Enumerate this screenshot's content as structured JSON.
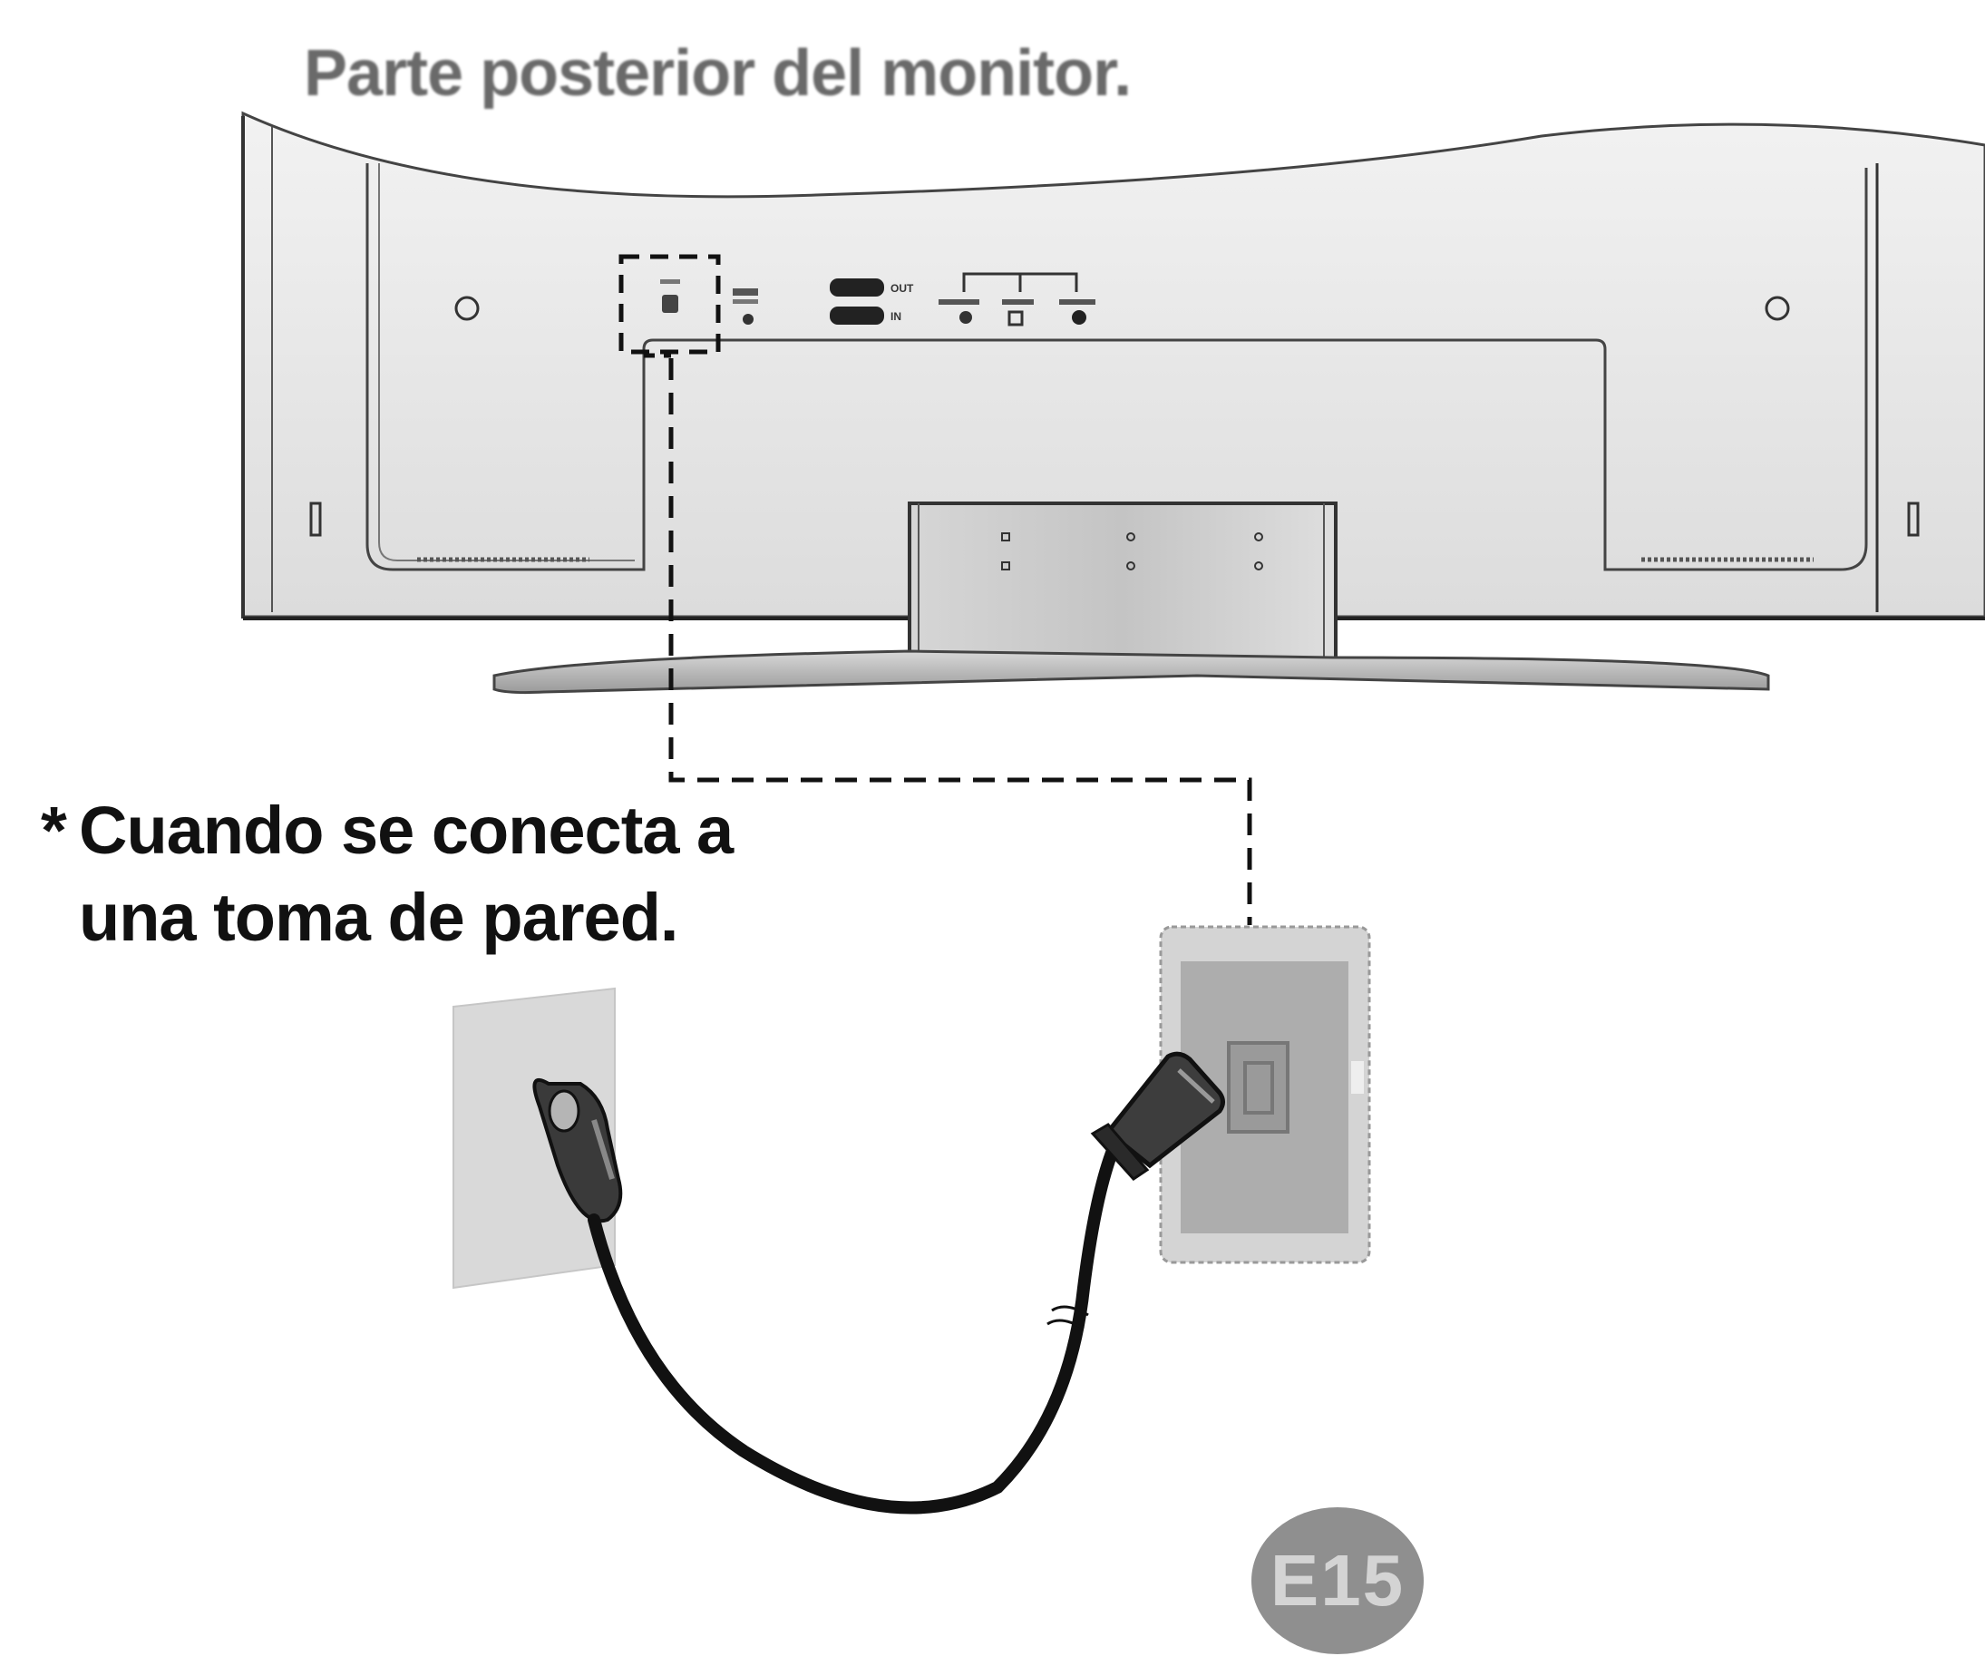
{
  "page": {
    "title": "Parte posterior del monitor.",
    "note_asterisk": "*",
    "note_line1": "Cuando se conecta a",
    "note_line2": "una toma de pared.",
    "page_number": "E15"
  },
  "panel_labels": {
    "d_sub_out": "OUT",
    "d_sub_in": "IN"
  },
  "colors": {
    "monitor_body": "#e6e6e6",
    "outline": "#2a2a2a",
    "cable": "#111111",
    "badge": "#8f8f8f"
  },
  "icons": [
    "power-port-icon",
    "ac-plug-icon",
    "wall-outlet-icon",
    "power-cable-icon",
    "dashed-guide-line"
  ]
}
